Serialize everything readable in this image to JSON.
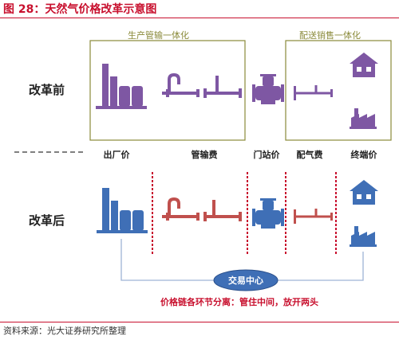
{
  "figure": {
    "title": "图 28：天然气价格改革示意图",
    "source": "资料来源：光大证券研究所整理"
  },
  "groups": {
    "production": "生产管输一体化",
    "distribution": "配送销售一体化"
  },
  "rows": {
    "before": "改革前",
    "after": "改革后"
  },
  "price_labels": [
    "出厂价",
    "管输费",
    "门站价",
    "配气费",
    "终端价"
  ],
  "exchange_center": "交易中心",
  "note": "价格链各环节分离：管住中间，放开两头",
  "icons": {
    "before": [
      "factory-icon",
      "pipeline-icon",
      "pipeline-icon",
      "valve-icon",
      "pipe-icon",
      "house-icon",
      "factory-icon"
    ],
    "after": [
      "factory-icon",
      "pipeline-icon",
      "pipeline-icon",
      "valve-icon",
      "pipe-icon",
      "house-icon",
      "factory-icon"
    ]
  },
  "colors": {
    "before": "#7e57a3",
    "after_factory": "#3f6fb6",
    "after_pipeline": "#c0504d",
    "divider": "#c8102e",
    "accent": "#c8102e",
    "group_border": "#8a8a3a",
    "center": "#3f6fb6"
  }
}
